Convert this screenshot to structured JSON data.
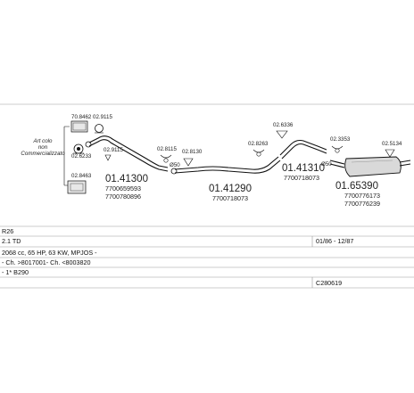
{
  "accessories_note": [
    "Art colo",
    "non",
    "Commercializzato"
  ],
  "accessories": {
    "a1": "70.8462",
    "a2": "02.9115",
    "a3": "02.6233",
    "a4": "02.8463"
  },
  "parts": {
    "front": {
      "number": "01.41300",
      "oem": [
        "7700659593",
        "7700780896"
      ],
      "clip1": "02.9115"
    },
    "middle": {
      "number": "01.41290",
      "oem": [
        "7700718073"
      ],
      "clip1": "02.8115",
      "clip2": "02.8130",
      "flange_mark": "Ø50"
    },
    "rear_mid": {
      "number": "01.41310",
      "oem": [
        "7700718073"
      ],
      "clip1": "02.8263",
      "clip2": "02.6336"
    },
    "rear": {
      "number": "01.65390",
      "oem": [
        "7700776173",
        "7700776239"
      ],
      "clip1": "02.3353",
      "clip2": "02.5134",
      "flange_mark": "Ø50"
    }
  },
  "info": {
    "row1": {
      "left": "R26",
      "right": ""
    },
    "row2": {
      "left": "2.1 TD",
      "right": "01/86 - 12/87"
    },
    "row3": {
      "left": "2068 cc, 65 HP, 63 KW, MPJOS -",
      "right": ""
    },
    "row4": {
      "left": "- Ch. >8017001- Ch. <8003820",
      "right": ""
    },
    "row5": {
      "left": "- 1* B290",
      "right": ""
    },
    "row6": {
      "left": "",
      "right": "C280619"
    }
  }
}
